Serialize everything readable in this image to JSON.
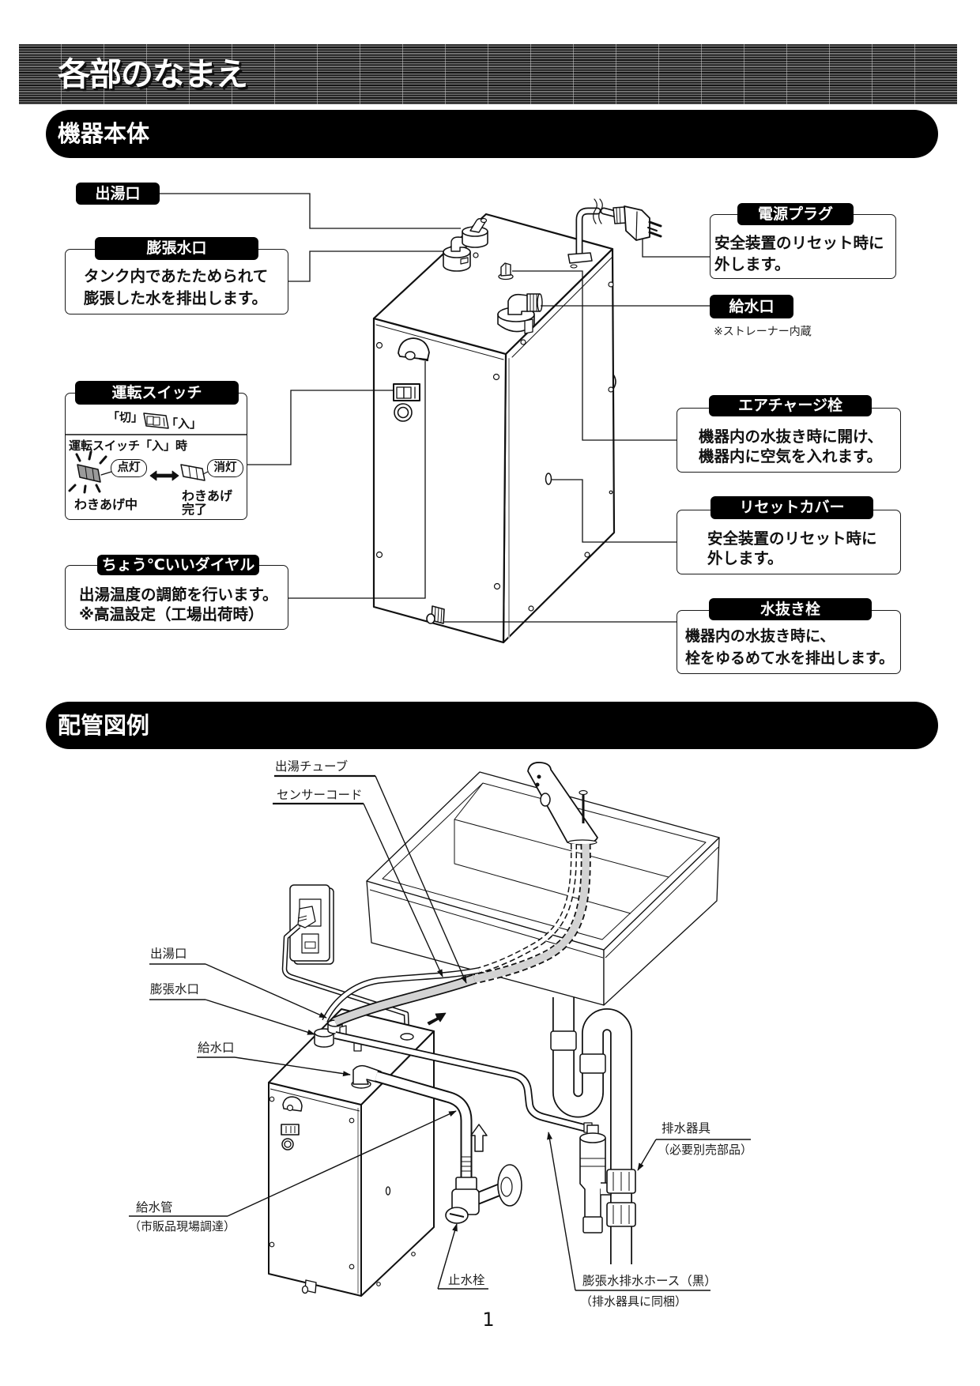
{
  "page": {
    "title": "各部のなまえ",
    "page_number": "1"
  },
  "main_unit": {
    "section_title": "機器本体",
    "hot_water_outlet": {
      "label": "出湯口"
    },
    "expansion_water_outlet": {
      "label": "膨張水口",
      "description": [
        "タンク内であたためられて",
        "膨張した水を排出します。"
      ]
    },
    "operation_switch": {
      "label": "運転スイッチ",
      "off_position": "「切」",
      "on_position": "「入」",
      "state_caption": "運転スイッチ「入」時",
      "lamp_on": "点灯",
      "lamp_off": "消灯",
      "heating_status": "わきあげ中",
      "heating_done": [
        "わきあげ",
        "完了"
      ]
    },
    "temperature_dial": {
      "label": "ちょう℃いいダイヤル",
      "description": [
        "出湯温度の調節を行います。",
        "※高温設定（工場出荷時）"
      ]
    },
    "power_plug": {
      "label": "電源プラグ",
      "description": [
        "安全装置のリセット時に",
        "外します。"
      ]
    },
    "water_inlet": {
      "label": "給水口",
      "note": "※ストレーナー内蔵"
    },
    "air_charge_valve": {
      "label": "エアチャージ栓",
      "description": [
        "機器内の水抜き時に開け、",
        "機器内に空気を入れます。"
      ]
    },
    "reset_cover": {
      "label": "リセットカバー",
      "description": [
        "安全装置のリセット時に",
        "外します。"
      ]
    },
    "drain_valve": {
      "label": "水抜き栓",
      "description": [
        "機器内の水抜き時に、",
        "栓をゆるめて水を排出します。"
      ]
    }
  },
  "piping": {
    "section_title": "配管図例",
    "hot_water_tube": "出湯チューブ",
    "sensor_cord": "センサーコード",
    "hot_water_outlet": "出湯口",
    "expansion_water_outlet": "膨張水口",
    "water_inlet": "給水口",
    "water_supply_pipe": {
      "name": "給水管",
      "note": "（市販品現場調達）"
    },
    "stop_valve": "止水栓",
    "expansion_drain_hose": {
      "name": "膨張水排水ホース（黒）",
      "note": "（排水器具に同梱）"
    },
    "drain_fitting": {
      "name": "排水器具",
      "note": "（必要別売部品）"
    }
  },
  "colors": {
    "label_background": "#000000",
    "label_text": "#ffffff",
    "hot_water_tube_fill": "#d3d3d3"
  }
}
